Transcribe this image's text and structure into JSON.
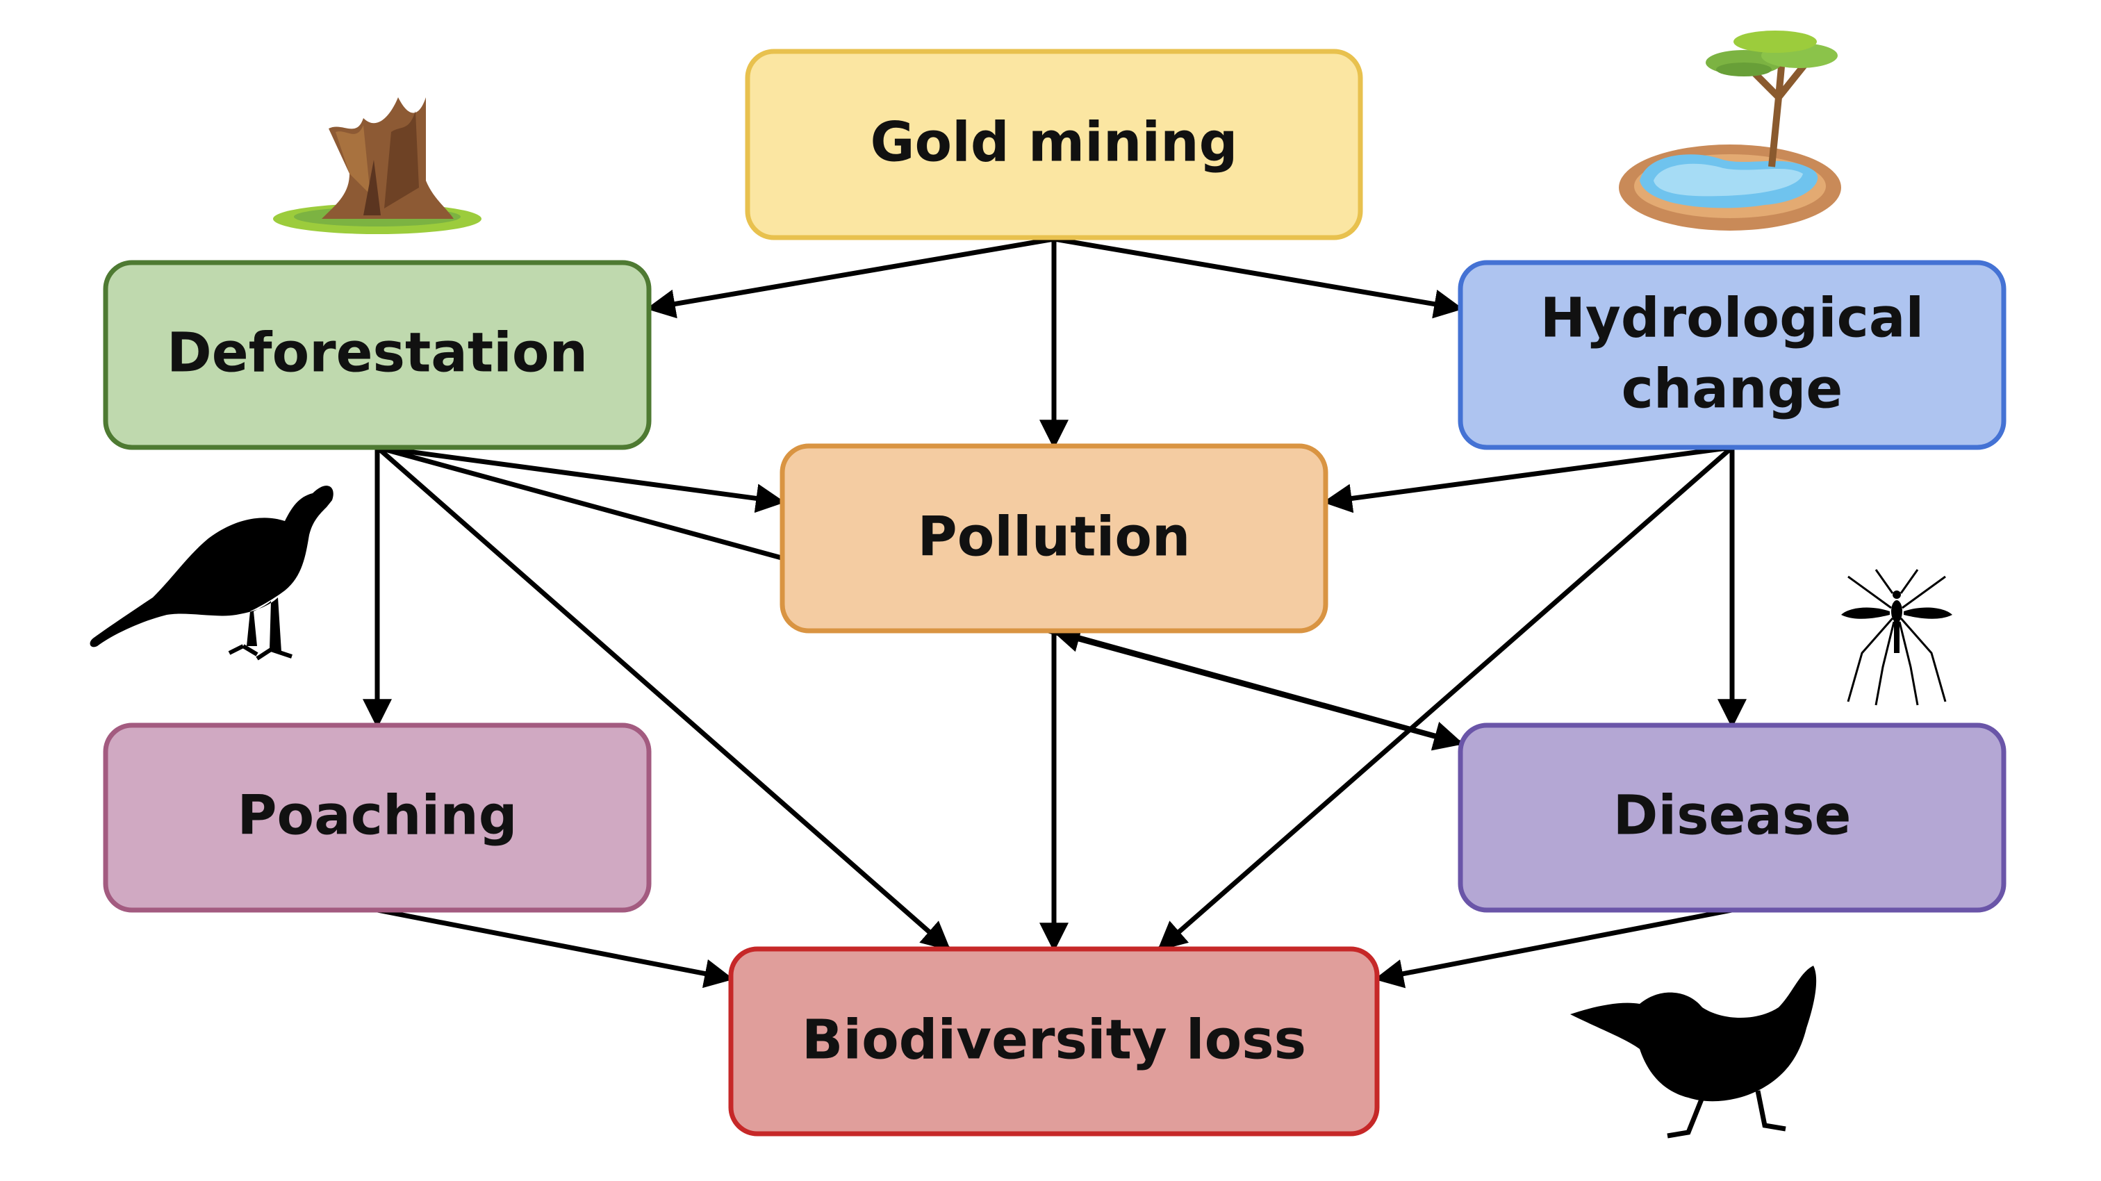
{
  "nodes": [
    {
      "id": "gold",
      "label": "Gold mining",
      "fill": "#fbe6a2",
      "stroke": "#e8c14e"
    },
    {
      "id": "defor",
      "label": "Deforestation",
      "fill": "#bfd9ae",
      "stroke": "#4e7a32"
    },
    {
      "id": "hydro",
      "label_line1": "Hydrological",
      "label_line2": "change",
      "fill": "#aec4f0",
      "stroke": "#4472d4"
    },
    {
      "id": "pollution",
      "label": "Pollution",
      "fill": "#f4cca2",
      "stroke": "#d99442"
    },
    {
      "id": "poaching",
      "label": "Poaching",
      "fill": "#d0a9c2",
      "stroke": "#a35b80"
    },
    {
      "id": "disease",
      "label": "Disease",
      "fill": "#b4a7d4",
      "stroke": "#6a55a8"
    },
    {
      "id": "bio",
      "label": "Biodiversity loss",
      "fill": "#e09e9b",
      "stroke": "#c62828"
    }
  ],
  "edges": [
    {
      "from": "gold",
      "to": "defor"
    },
    {
      "from": "gold",
      "to": "pollution"
    },
    {
      "from": "gold",
      "to": "hydro"
    },
    {
      "from": "defor",
      "to": "pollution"
    },
    {
      "from": "defor",
      "to": "poaching"
    },
    {
      "from": "defor",
      "to": "bio"
    },
    {
      "from": "defor",
      "to": "disease"
    },
    {
      "from": "hydro",
      "to": "pollution"
    },
    {
      "from": "hydro",
      "to": "disease"
    },
    {
      "from": "hydro",
      "to": "bio"
    },
    {
      "from": "pollution",
      "to": "bio"
    },
    {
      "from": "pollution",
      "to": "disease",
      "bidirectional": true
    },
    {
      "from": "poaching",
      "to": "bio"
    },
    {
      "from": "disease",
      "to": "bio"
    }
  ],
  "illustrations": [
    {
      "name": "tree-stump-icon"
    },
    {
      "name": "pond-with-tree-icon"
    },
    {
      "name": "curassow-bird-icon"
    },
    {
      "name": "mosquito-icon"
    },
    {
      "name": "dipper-bird-icon"
    }
  ]
}
